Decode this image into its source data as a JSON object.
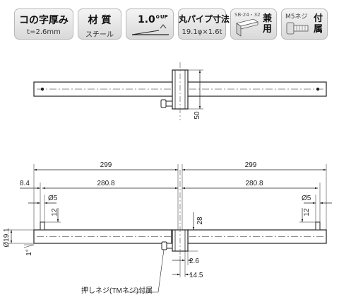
{
  "specs": {
    "thickness": {
      "label": "コの字厚み",
      "value": "t=2.6mm"
    },
    "material": {
      "label": "材 質",
      "value": "スチール"
    },
    "angle": {
      "value": "1.0°",
      "unit": "UP"
    },
    "pipe": {
      "label": "丸パイプ寸法",
      "value": "19.1φ×1.6t"
    },
    "combo": {
      "model": "SB-24・32",
      "label": "兼用"
    },
    "screw": {
      "model": "M5ネジ",
      "label": "付属"
    }
  },
  "top_view": {
    "dim_50": "50"
  },
  "front_view": {
    "dim_299_left": "299",
    "dim_299_right": "299",
    "dim_8_4": "8.4",
    "dim_280_8_left": "280.8",
    "dim_280_8_right": "280.8",
    "dim_d5_left": "Ø5",
    "dim_d5_right": "Ø5",
    "dim_12_left": "12",
    "dim_12_right": "12",
    "dim_28": "28",
    "dim_d19_1": "Ø19.1",
    "dim_1deg": "1°",
    "dim_2_6": "2.6",
    "dim_14_5": "14.5",
    "callout": "押しネジ(TMネジ)付属"
  },
  "colors": {
    "line": "#222222",
    "center": "#666666",
    "tile_fill": "#dedede"
  }
}
